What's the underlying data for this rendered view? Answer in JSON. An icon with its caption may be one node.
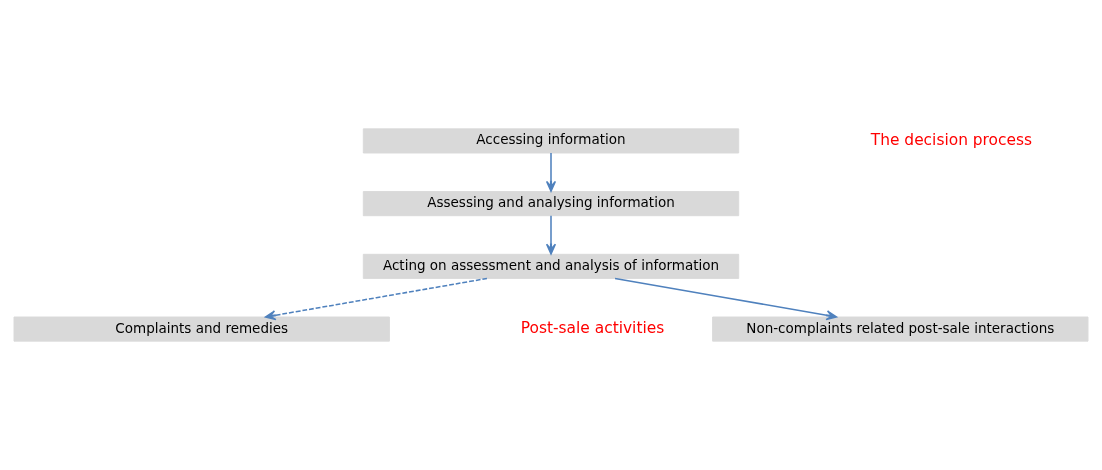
{
  "diagram": {
    "nodes": [
      {
        "text": [
          "Accessing information"
        ]
      },
      {
        "text": [
          "Assessing and analysing information"
        ]
      },
      {
        "text": [
          "Acting on assessment and analysis of information"
        ]
      },
      {
        "text": [
          "Complaints and remedies"
        ]
      },
      {
        "text": [
          "Non-complaints related post-sale interactions"
        ]
      }
    ],
    "edges": [
      {
        "from": 0,
        "to": 1,
        "arrow": "to"
      },
      {
        "from": 1,
        "to": 2,
        "arrow": "to"
      },
      {
        "from": 2,
        "to": 3,
        "arrow": "to",
        "style": "dashed"
      },
      {
        "from": 2,
        "to": 4,
        "arrow": "to"
      }
    ],
    "labels": [
      "The decision process",
      "Post-sale activities"
    ]
  }
}
